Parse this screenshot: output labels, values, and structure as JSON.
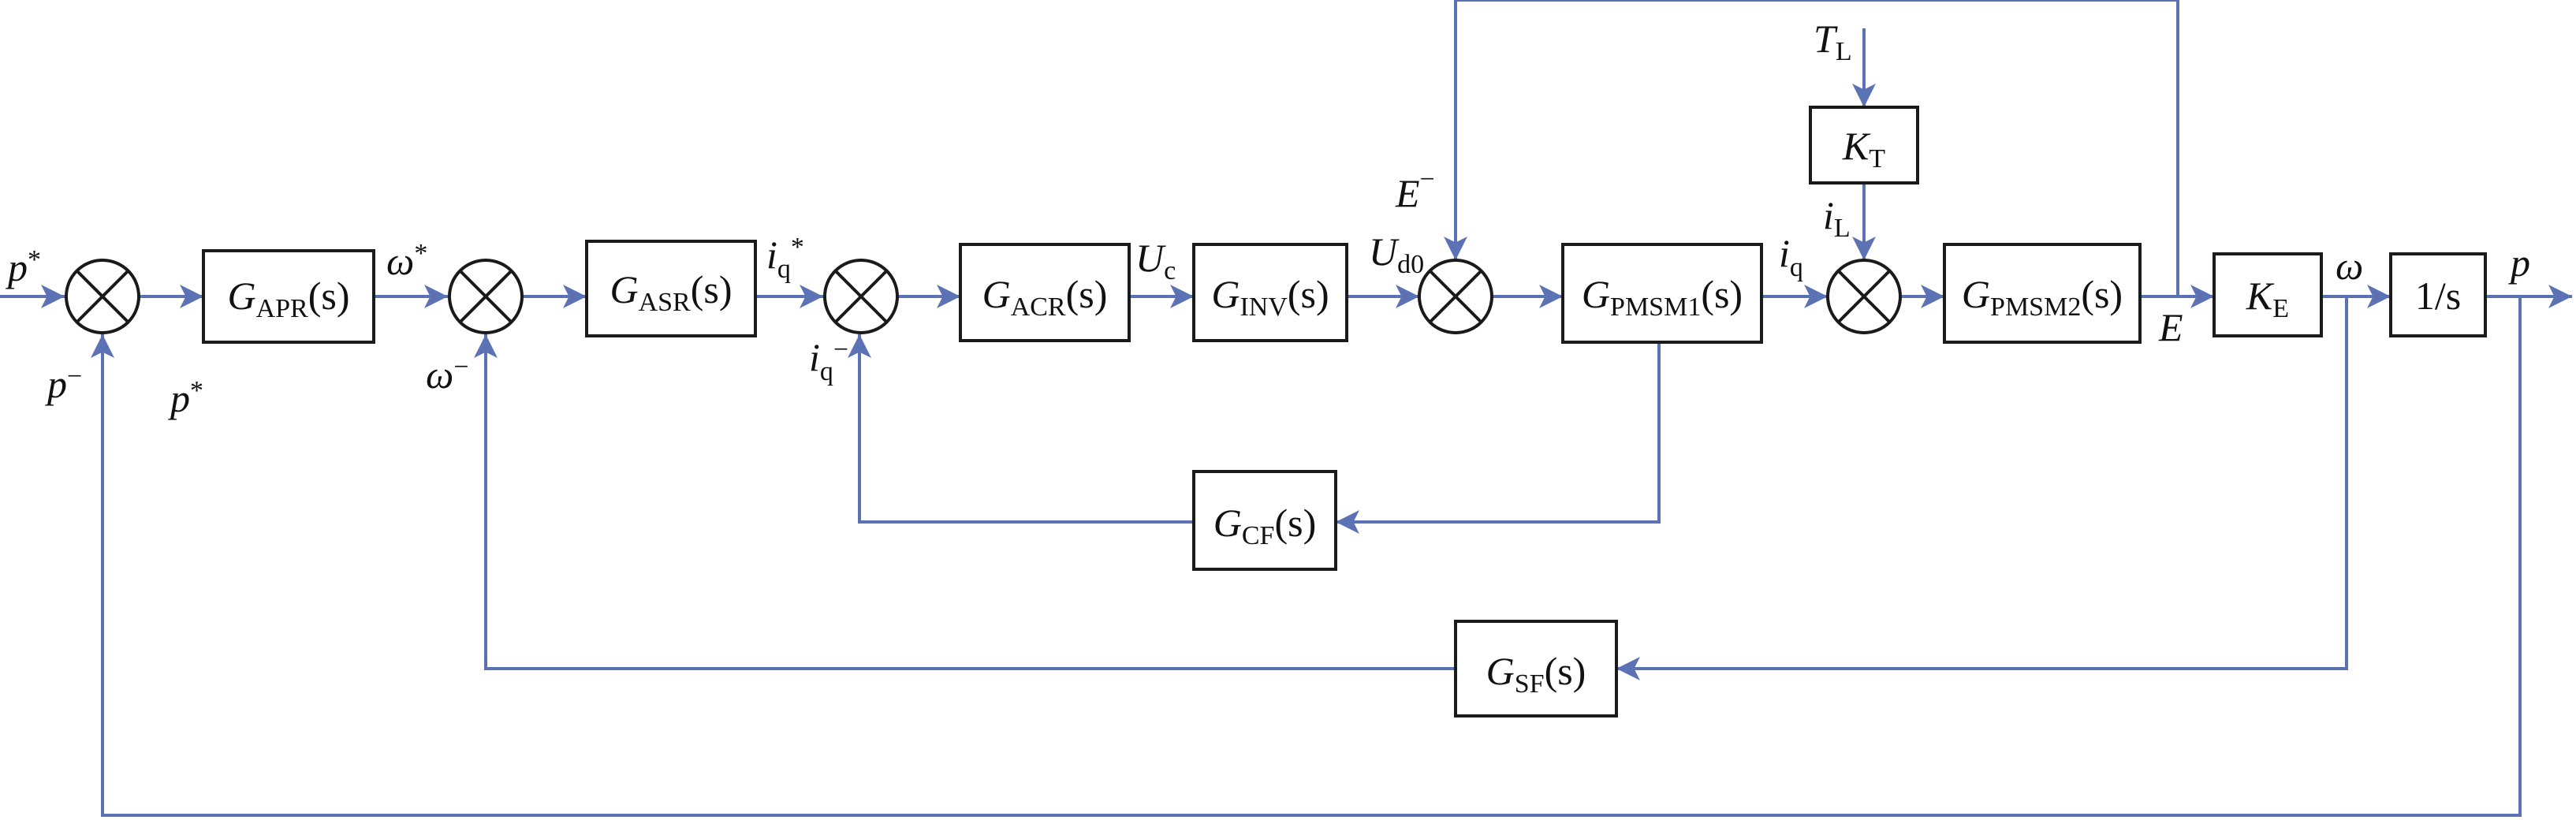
{
  "blocks": {
    "apr": {
      "symbol": "G",
      "sub": "APR",
      "arg": "(s)"
    },
    "asr": {
      "symbol": "G",
      "sub": "ASR",
      "arg": "(s)"
    },
    "acr": {
      "symbol": "G",
      "sub": "ACR",
      "arg": "(s)"
    },
    "inv": {
      "symbol": "G",
      "sub": "INV",
      "arg": "(s)"
    },
    "pmsm1": {
      "symbol": "G",
      "sub": "PMSM1",
      "arg": "(s)"
    },
    "pmsm2": {
      "symbol": "G",
      "sub": "PMSM2",
      "arg": "(s)"
    },
    "kt": {
      "symbol": "K",
      "sub": "T"
    },
    "ke": {
      "symbol": "K",
      "sub": "E"
    },
    "integ": {
      "text": "1/s"
    },
    "cf": {
      "symbol": "G",
      "sub": "CF",
      "arg": "(s)"
    },
    "sf": {
      "symbol": "G",
      "sub": "SF",
      "arg": "(s)"
    }
  },
  "signals": {
    "p_ref": {
      "symbol": "p",
      "sup": "*"
    },
    "p_fb": {
      "symbol": "p",
      "sup": "−"
    },
    "p_ref2": {
      "symbol": "p",
      "sup": "*"
    },
    "w_ref": {
      "symbol": "ω",
      "sup": "*"
    },
    "w_fb": {
      "symbol": "ω",
      "sup": "−"
    },
    "iq_ref": {
      "symbol": "i",
      "sub": "q",
      "sup": "*"
    },
    "iq_fb": {
      "symbol": "i",
      "sub": "q",
      "sup": "−"
    },
    "uc": {
      "symbol": "U",
      "sub": "c"
    },
    "ud0": {
      "symbol": "U",
      "sub": "d0"
    },
    "e_fb": {
      "symbol": "E",
      "sup": "−"
    },
    "iq": {
      "symbol": "i",
      "sub": "q"
    },
    "tl": {
      "symbol": "T",
      "sub": "L"
    },
    "il": {
      "symbol": "i",
      "sub": "L"
    },
    "e": {
      "symbol": "E"
    },
    "omega": {
      "symbol": "ω"
    },
    "p_out": {
      "symbol": "p"
    }
  }
}
